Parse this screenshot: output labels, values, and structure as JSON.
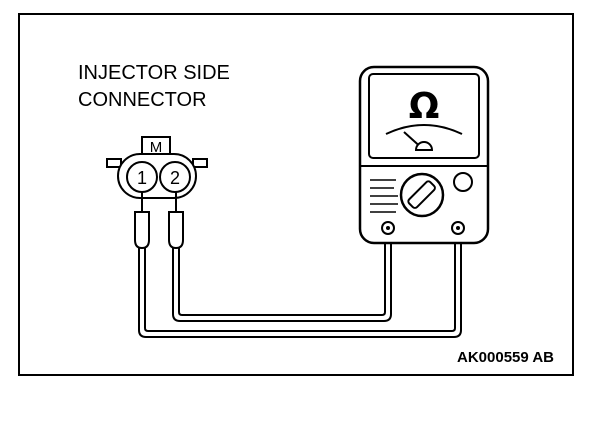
{
  "caption": {
    "line1": "INJECTOR SIDE",
    "line2": "CONNECTOR"
  },
  "connector": {
    "tab_label": "M",
    "pin1": "1",
    "pin2": "2"
  },
  "meter": {
    "symbol": "Ω"
  },
  "figure_code": "AK000559 AB"
}
